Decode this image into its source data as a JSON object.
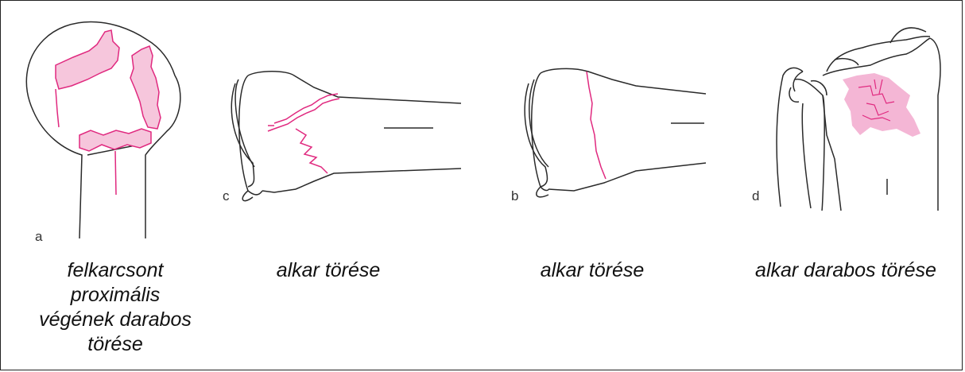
{
  "figure": {
    "colors": {
      "outline": "#2a2a2a",
      "fracture": "#e0297f",
      "fracture_fill": "#f6c6dc",
      "fracture_fill_d": "#ee8fbf"
    },
    "panels": [
      {
        "id": "a",
        "letter": "a",
        "caption": "felkarcsont\nproximális\nvégének darabos\ntörése"
      },
      {
        "id": "c",
        "letter": "c",
        "caption": "alkar törése"
      },
      {
        "id": "b",
        "letter": "b",
        "caption": "alkar törése"
      },
      {
        "id": "d",
        "letter": "d",
        "caption": "alkar darabos törése"
      }
    ]
  }
}
